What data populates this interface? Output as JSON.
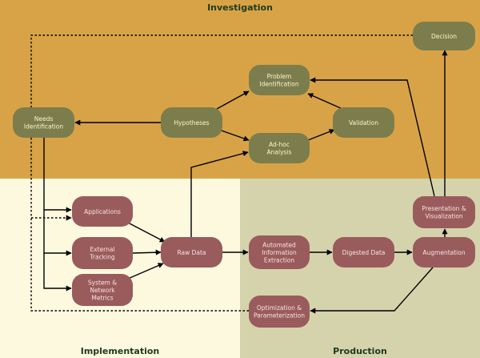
{
  "colors": {
    "investigation_bg": "#d8a347",
    "implementation_bg": "#fdf9df",
    "production_bg": "#d5d3ac",
    "investigation_node": "#7c7d4c",
    "investigation_node_text": "#fbf4d4",
    "implementation_node": "#9a5b5d",
    "implementation_node_text": "#f8e4e0",
    "label_text": "#1d3a1d",
    "arrow": "#000000"
  },
  "regions": {
    "investigation": "Investigation",
    "implementation": "Implementation",
    "production": "Production"
  },
  "nodes": [
    {
      "id": "decision",
      "lines": [
        "Decision"
      ],
      "kind": "investigation"
    },
    {
      "id": "problem-identification",
      "lines": [
        "Problem",
        "Identification"
      ],
      "kind": "investigation"
    },
    {
      "id": "needs-identification",
      "lines": [
        "Needs",
        "Identification"
      ],
      "kind": "investigation"
    },
    {
      "id": "hypotheses",
      "lines": [
        "Hypotheses"
      ],
      "kind": "investigation"
    },
    {
      "id": "validation",
      "lines": [
        "Validation"
      ],
      "kind": "investigation"
    },
    {
      "id": "ad-hoc-analysis",
      "lines": [
        "Ad-hoc",
        "Analysis"
      ],
      "kind": "investigation"
    },
    {
      "id": "applications",
      "lines": [
        "Applications"
      ],
      "kind": "implementation"
    },
    {
      "id": "external-tracking",
      "lines": [
        "External",
        "Tracking"
      ],
      "kind": "implementation"
    },
    {
      "id": "system-network-metrics",
      "lines": [
        "System &",
        "Network",
        "Metrics"
      ],
      "kind": "implementation"
    },
    {
      "id": "raw-data",
      "lines": [
        "Raw Data"
      ],
      "kind": "implementation"
    },
    {
      "id": "automated-information-extraction",
      "lines": [
        "Automated",
        "Information",
        "Extraction"
      ],
      "kind": "implementation"
    },
    {
      "id": "digested-data",
      "lines": [
        "Digested Data"
      ],
      "kind": "implementation"
    },
    {
      "id": "augmentation",
      "lines": [
        "Augmentation"
      ],
      "kind": "implementation"
    },
    {
      "id": "presentation-visualization",
      "lines": [
        "Presentation &",
        "Visualization"
      ],
      "kind": "implementation"
    },
    {
      "id": "optimization-parameterization",
      "lines": [
        "Optimization &",
        "Parameterization"
      ],
      "kind": "implementation"
    }
  ],
  "edges": [
    {
      "from": "hypotheses",
      "to": "needs-identification",
      "style": "solid"
    },
    {
      "from": "hypotheses",
      "to": "problem-identification",
      "style": "solid"
    },
    {
      "from": "hypotheses",
      "to": "ad-hoc-analysis",
      "style": "solid"
    },
    {
      "from": "ad-hoc-analysis",
      "to": "validation",
      "style": "solid"
    },
    {
      "from": "validation",
      "to": "problem-identification",
      "style": "solid"
    },
    {
      "from": "presentation-visualization",
      "to": "problem-identification",
      "style": "solid"
    },
    {
      "from": "presentation-visualization",
      "to": "decision",
      "style": "solid"
    },
    {
      "from": "decision",
      "to": "applications",
      "style": "dashed"
    },
    {
      "from": "needs-identification",
      "to": "applications",
      "style": "solid"
    },
    {
      "from": "needs-identification",
      "to": "external-tracking",
      "style": "solid"
    },
    {
      "from": "needs-identification",
      "to": "system-network-metrics",
      "style": "solid"
    },
    {
      "from": "applications",
      "to": "raw-data",
      "style": "solid"
    },
    {
      "from": "external-tracking",
      "to": "raw-data",
      "style": "solid"
    },
    {
      "from": "system-network-metrics",
      "to": "raw-data",
      "style": "solid"
    },
    {
      "from": "raw-data",
      "to": "ad-hoc-analysis",
      "style": "solid"
    },
    {
      "from": "raw-data",
      "to": "automated-information-extraction",
      "style": "solid"
    },
    {
      "from": "automated-information-extraction",
      "to": "digested-data",
      "style": "solid"
    },
    {
      "from": "digested-data",
      "to": "augmentation",
      "style": "solid"
    },
    {
      "from": "augmentation",
      "to": "presentation-visualization",
      "style": "solid"
    },
    {
      "from": "augmentation",
      "to": "optimization-parameterization",
      "style": "solid"
    },
    {
      "from": "optimization-parameterization",
      "to": "applications",
      "style": "dashed"
    }
  ]
}
